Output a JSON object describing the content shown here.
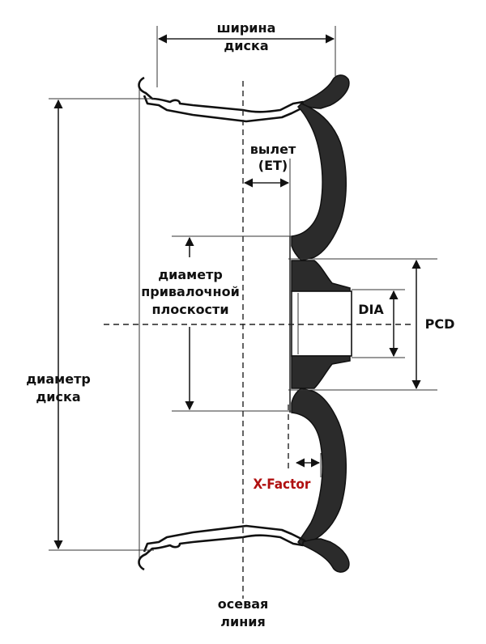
{
  "labels": {
    "rim_width": [
      "ширина",
      "диска"
    ],
    "offset": [
      "вылет",
      "(ET)"
    ],
    "mounting_diameter": [
      "диаметр",
      "привалочной",
      "плоскости"
    ],
    "dia": "DIA",
    "pcd": "PCD",
    "wheel_diameter": [
      "диаметр",
      "диска"
    ],
    "x_factor": "X-Factor",
    "center_line": [
      "осевая",
      "линия"
    ]
  },
  "colors": {
    "line": "#111111",
    "metal": "#2b2b2b",
    "x_factor": "#b01010"
  }
}
